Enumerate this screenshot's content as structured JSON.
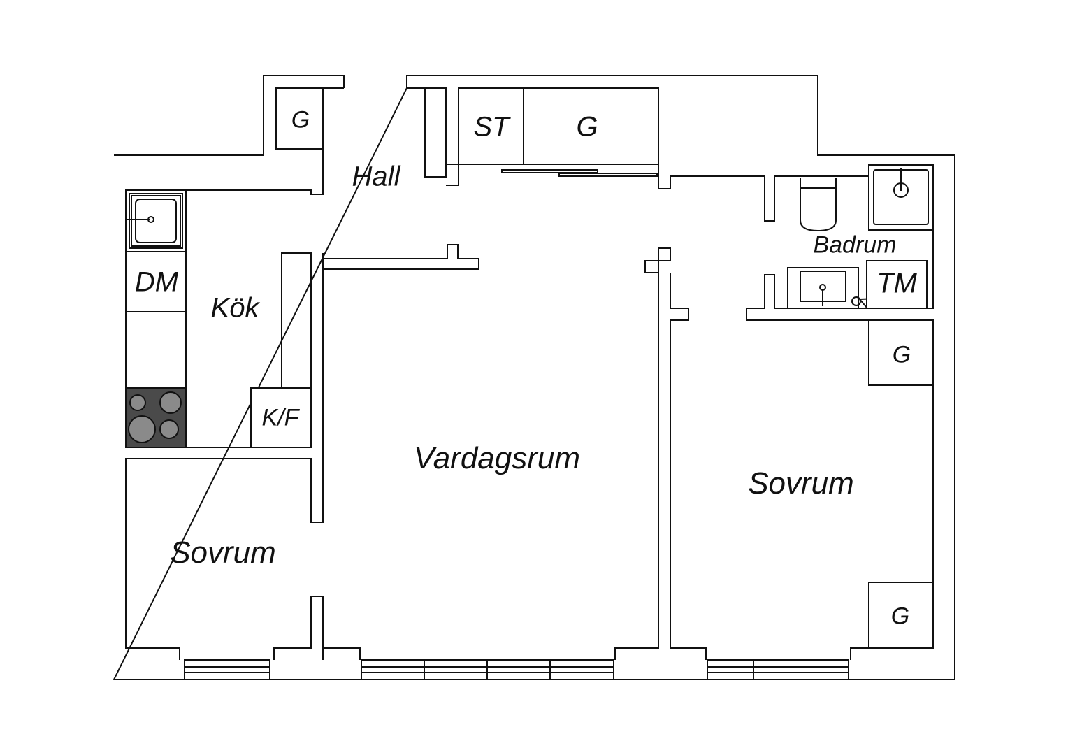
{
  "rooms": {
    "hall": "Hall",
    "kitchen": "Kök",
    "living_room": "Vardagsrum",
    "bedroom_left": "Sovrum",
    "bedroom_right": "Sovrum",
    "bathroom": "Badrum"
  },
  "fixtures": {
    "wardrobe_hall": "G",
    "storage": "ST",
    "wardrobe_hall_large": "G",
    "dishwasher": "DM",
    "fridge_freezer": "K/F",
    "washing_machine": "TM",
    "wardrobe_bedroom_top": "G",
    "wardrobe_bedroom_bottom": "G"
  },
  "colors": {
    "line": "#111111",
    "stove": "#4a4a4a",
    "burner": "#8a8a8a"
  }
}
